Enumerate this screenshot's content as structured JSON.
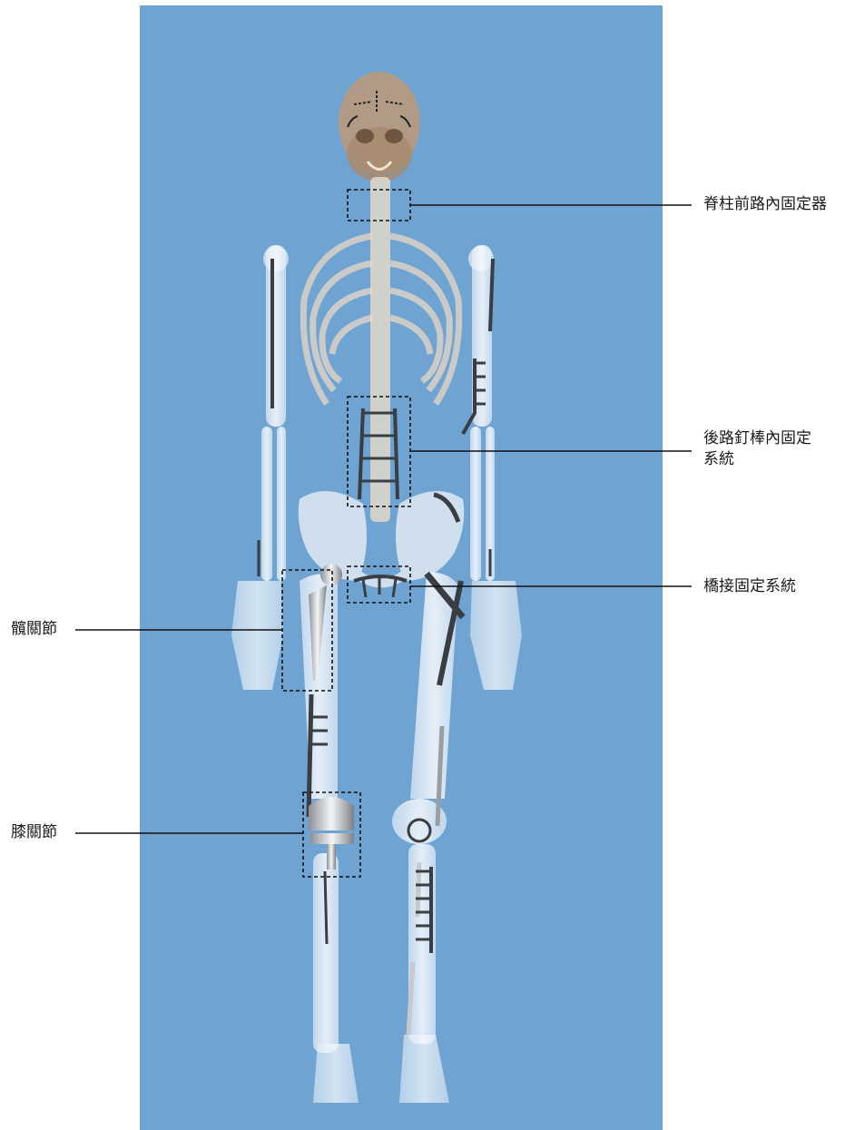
{
  "figure": {
    "background_color": "#6fa3d1",
    "bone_color": "#e6eef7",
    "skull_color": "#b89a7e",
    "implant_color": "#3a3d42",
    "box_style": "dashed-black"
  },
  "labels": {
    "anterior_spinal": "脊柱前路內固定器",
    "posterior_rod": "後路釘棒內固定\n系統",
    "bridge_fixation": "橋接固定系統",
    "hip_joint": "髖關節",
    "knee_joint": "膝關節"
  }
}
